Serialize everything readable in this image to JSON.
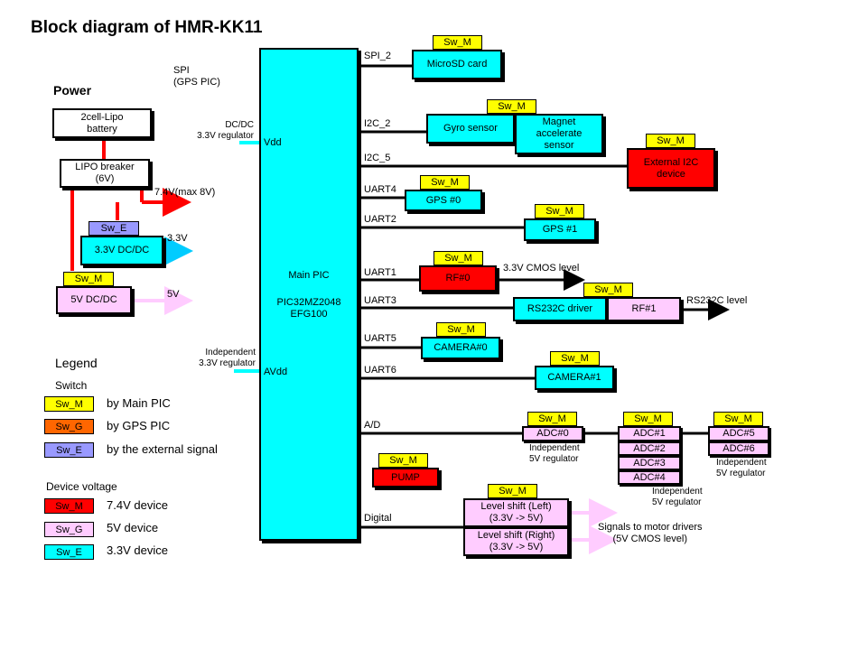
{
  "title": "Block diagram of HMR-KK11",
  "power": {
    "heading": "Power",
    "battery": "2cell-Lipo\nbattery",
    "breaker": "LIPO breaker\n(6V)",
    "v74": "7.4V(max 8V)",
    "dcdc33": "3.3V DC/DC",
    "dcdc33_tag": "Sw_E",
    "v33": "3.3V",
    "dcdc5": "5V DC/DC",
    "dcdc5_tag": "Sw_M",
    "v5": "5V"
  },
  "left_notes": {
    "spi": "SPI\n(GPS PIC)",
    "dcdc_reg": "DC/DC\n3.3V regulator",
    "indep_reg": "Independent\n3.3V regulator"
  },
  "main_pic": {
    "line1": "Main PIC",
    "line2": "PIC32MZ2048\nEFG100",
    "vdd": "Vdd",
    "avdd": "AVdd"
  },
  "bus_labels": {
    "spi2": "SPI_2",
    "i2c2": "I2C_2",
    "i2c5": "I2C_5",
    "uart4": "UART4",
    "uart2": "UART2",
    "uart1": "UART1",
    "uart3": "UART3",
    "uart5": "UART5",
    "uart6": "UART6",
    "ad": "A/D",
    "digital": "Digital"
  },
  "devices": {
    "microsd": "MicroSD card",
    "gyro": "Gyro sensor",
    "magnet": "Magnet\naccelerate\nsensor",
    "ext_i2c": "External I2C\ndevice",
    "gps0": "GPS #0",
    "gps1": "GPS #1",
    "rf0": "RF#0",
    "cmos33": "3.3V CMOS level",
    "rs232c_driver": "RS232C driver",
    "rf1": "RF#1",
    "rs232c_level": "RS232C level",
    "camera0": "CAMERA#0",
    "camera1": "CAMERA#1",
    "adc0": "ADC#0",
    "adc1": "ADC#1",
    "adc2": "ADC#2",
    "adc3": "ADC#3",
    "adc4": "ADC#4",
    "adc5": "ADC#5",
    "adc6": "ADC#6",
    "indep5_a": "Independent\n5V regulator",
    "indep5_b": "Independent\n5V regulator",
    "indep5_c": "Independent\n5V regulator",
    "pump": "PUMP",
    "level_left": "Level shift (Left)\n(3.3V -> 5V)",
    "level_right": "Level shift (Right)\n(3.3V -> 5V)",
    "signals": "Signals to motor drivers\n(5V CMOS level)"
  },
  "tag": "Sw_M",
  "legend": {
    "heading": "Legend",
    "switch_heading": "Switch",
    "sw_m": "Sw_M",
    "sw_g": "Sw_G",
    "sw_e": "Sw_E",
    "by_main": "by Main PIC",
    "by_gps": "by GPS PIC",
    "by_ext": "by the external signal",
    "voltage_heading": "Device voltage",
    "v74_tag": "Sw_M",
    "v5_tag": "Sw_G",
    "v33_tag": "Sw_E",
    "v74": "7.4V device",
    "v5": "5V device",
    "v33": "3.3V device"
  },
  "colors": {
    "cyan": "#00ffff",
    "yellow": "#ffff00",
    "pink": "#ffccff",
    "red": "#ff0000",
    "orange": "#ff6600",
    "lavender": "#9999ff"
  }
}
